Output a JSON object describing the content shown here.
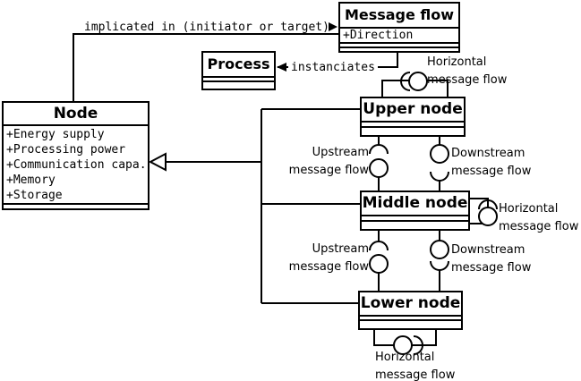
{
  "classes": {
    "message_flow": {
      "title": "Message flow",
      "attribute": "+Direction"
    },
    "process": {
      "title": "Process"
    },
    "node": {
      "title": "Node",
      "attributes": [
        "+Energy supply",
        "+Processing power",
        "+Communication capa.",
        "+Memory",
        "+Storage"
      ]
    },
    "upper_node": {
      "title": "Upper node"
    },
    "middle_node": {
      "title": "Middle node"
    },
    "lower_node": {
      "title": "Lower node"
    }
  },
  "relations": {
    "implicated_in": "implicated in (initiator or target)",
    "instanciates": "instanciates"
  },
  "flow_labels": {
    "top_horizontal": {
      "line1": "Horizontal",
      "line2": "message flow"
    },
    "upper_upstream": {
      "line1": "Upstream",
      "line2": "message flow"
    },
    "upper_downstream": {
      "line1": "Downstream",
      "line2": "message flow"
    },
    "middle_horizontal": {
      "line1": "Horizontal",
      "line2": "message flow"
    },
    "lower_upstream": {
      "line1": "Upstream",
      "line2": "message flow"
    },
    "lower_downstream": {
      "line1": "Downstream",
      "line2": "message flow"
    },
    "bottom_horizontal": {
      "line1": "Horizontal",
      "line2": "message flow"
    }
  },
  "colors": {
    "stroke": "#000000",
    "background": "#ffffff"
  }
}
